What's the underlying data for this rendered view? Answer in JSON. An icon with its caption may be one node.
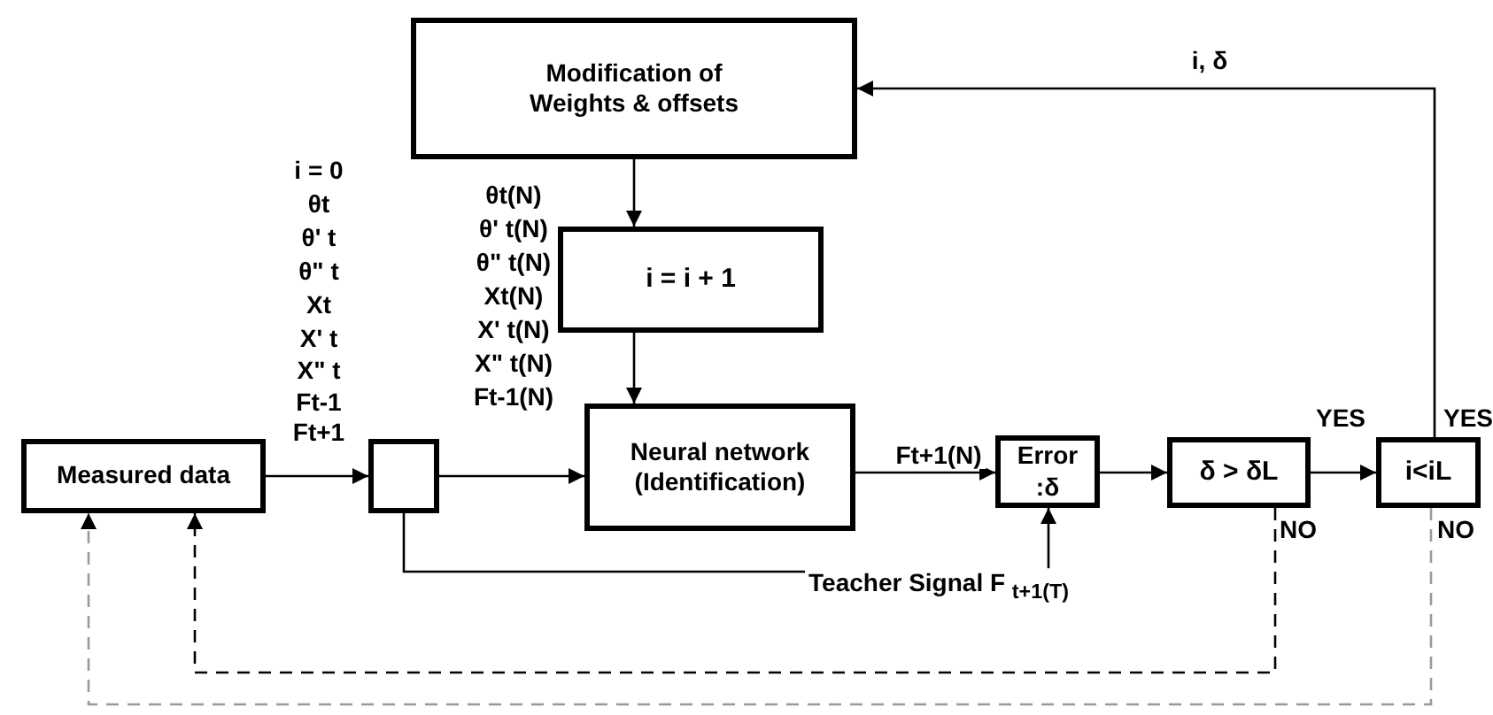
{
  "diagram": {
    "nodes": [
      {
        "text": [
          "Modification of Weights & offsets"
        ]
      },
      {
        "text": [
          "i = i + 1"
        ]
      },
      {
        "text": [
          "Measured data"
        ]
      },
      {
        "text": [],
        "shape": "box"
      },
      {
        "text": [
          "Neural network (Identification)"
        ]
      },
      {
        "text": [
          "Error :δ"
        ]
      },
      {
        "text": [
          "δ > δL"
        ]
      },
      {
        "text": [
          "i<iL"
        ]
      }
    ],
    "edges": [
      {
        "from": 0,
        "to": 1,
        "arrow": "to"
      },
      {
        "from": 1,
        "to": 4,
        "arrow": "to"
      },
      {
        "from": 2,
        "to": 3,
        "arrow": "to"
      },
      {
        "from": 3,
        "to": 4,
        "arrow": "to"
      },
      {
        "from": 4,
        "to": 5,
        "arrow": "to",
        "label": "Ft+1(N)"
      },
      {
        "from": 3,
        "to": 5,
        "arrow": "to",
        "label": "Teacher Signal F $_{t+1(T)}$"
      },
      {
        "from": 5,
        "to": 6,
        "arrow": "to"
      },
      {
        "from": 6,
        "to": 7,
        "arrow": "to"
      },
      {
        "from": 7,
        "to": 0,
        "arrow": "to",
        "label": "i, δ"
      },
      {
        "from": 6,
        "to": 2,
        "arrow": "to",
        "style": "dashed"
      },
      {
        "from": 7,
        "to": 2,
        "arrow": "to",
        "style": "dashed",
        "color": "#999999"
      }
    ],
    "labels": [
      "i = 0",
      "θt",
      "θ' t",
      "θ\" t",
      "Xt",
      "X' t",
      "X\" t",
      "Ft-1",
      "Ft+1",
      "θt(N)",
      "θ' t(N)",
      "θ\" t(N)",
      "Xt(N)",
      "X' t(N)",
      "X\" t(N)",
      "Ft-1(N)",
      "YES",
      "YES",
      "NO",
      "NO"
    ]
  }
}
